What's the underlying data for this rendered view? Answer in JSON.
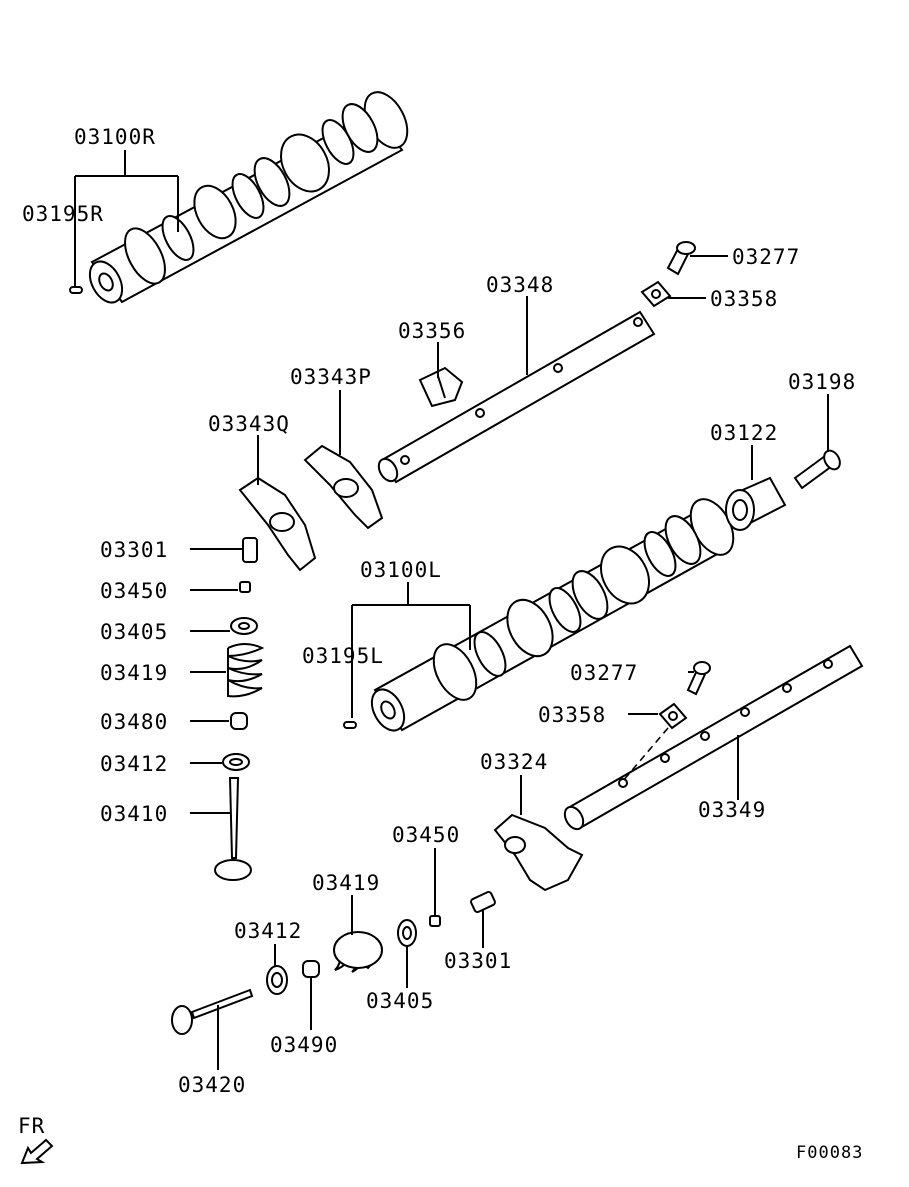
{
  "labels": {
    "camshaft_r": "03100R",
    "pin_r": "03195R",
    "bolt_top": "03277",
    "washer_top": "03358",
    "shaft_upper": "03348",
    "clip": "03356",
    "arm_p": "03343P",
    "arm_q": "03343Q",
    "bolt_side": "03198",
    "plug": "03122",
    "adjuster_left": "03301",
    "nut_left": "03450",
    "seat_left": "03405",
    "spring_left": "03419",
    "seal_left": "03480",
    "retainer_left": "03412",
    "valve_left": "03410",
    "camshaft_l": "03100L",
    "pin_l": "03195L",
    "bolt_mid": "03277",
    "washer_mid": "03358",
    "arm_lower": "03324",
    "shaft_lower": "03349",
    "nut_lower": "03450",
    "spring_lower": "03419",
    "retainer_lower": "03412",
    "seat_lower": "03405",
    "adjuster_lower": "03301",
    "seal_lower": "03490",
    "valve_lower": "03420"
  },
  "direction": "FR",
  "figure_code": "F00083"
}
